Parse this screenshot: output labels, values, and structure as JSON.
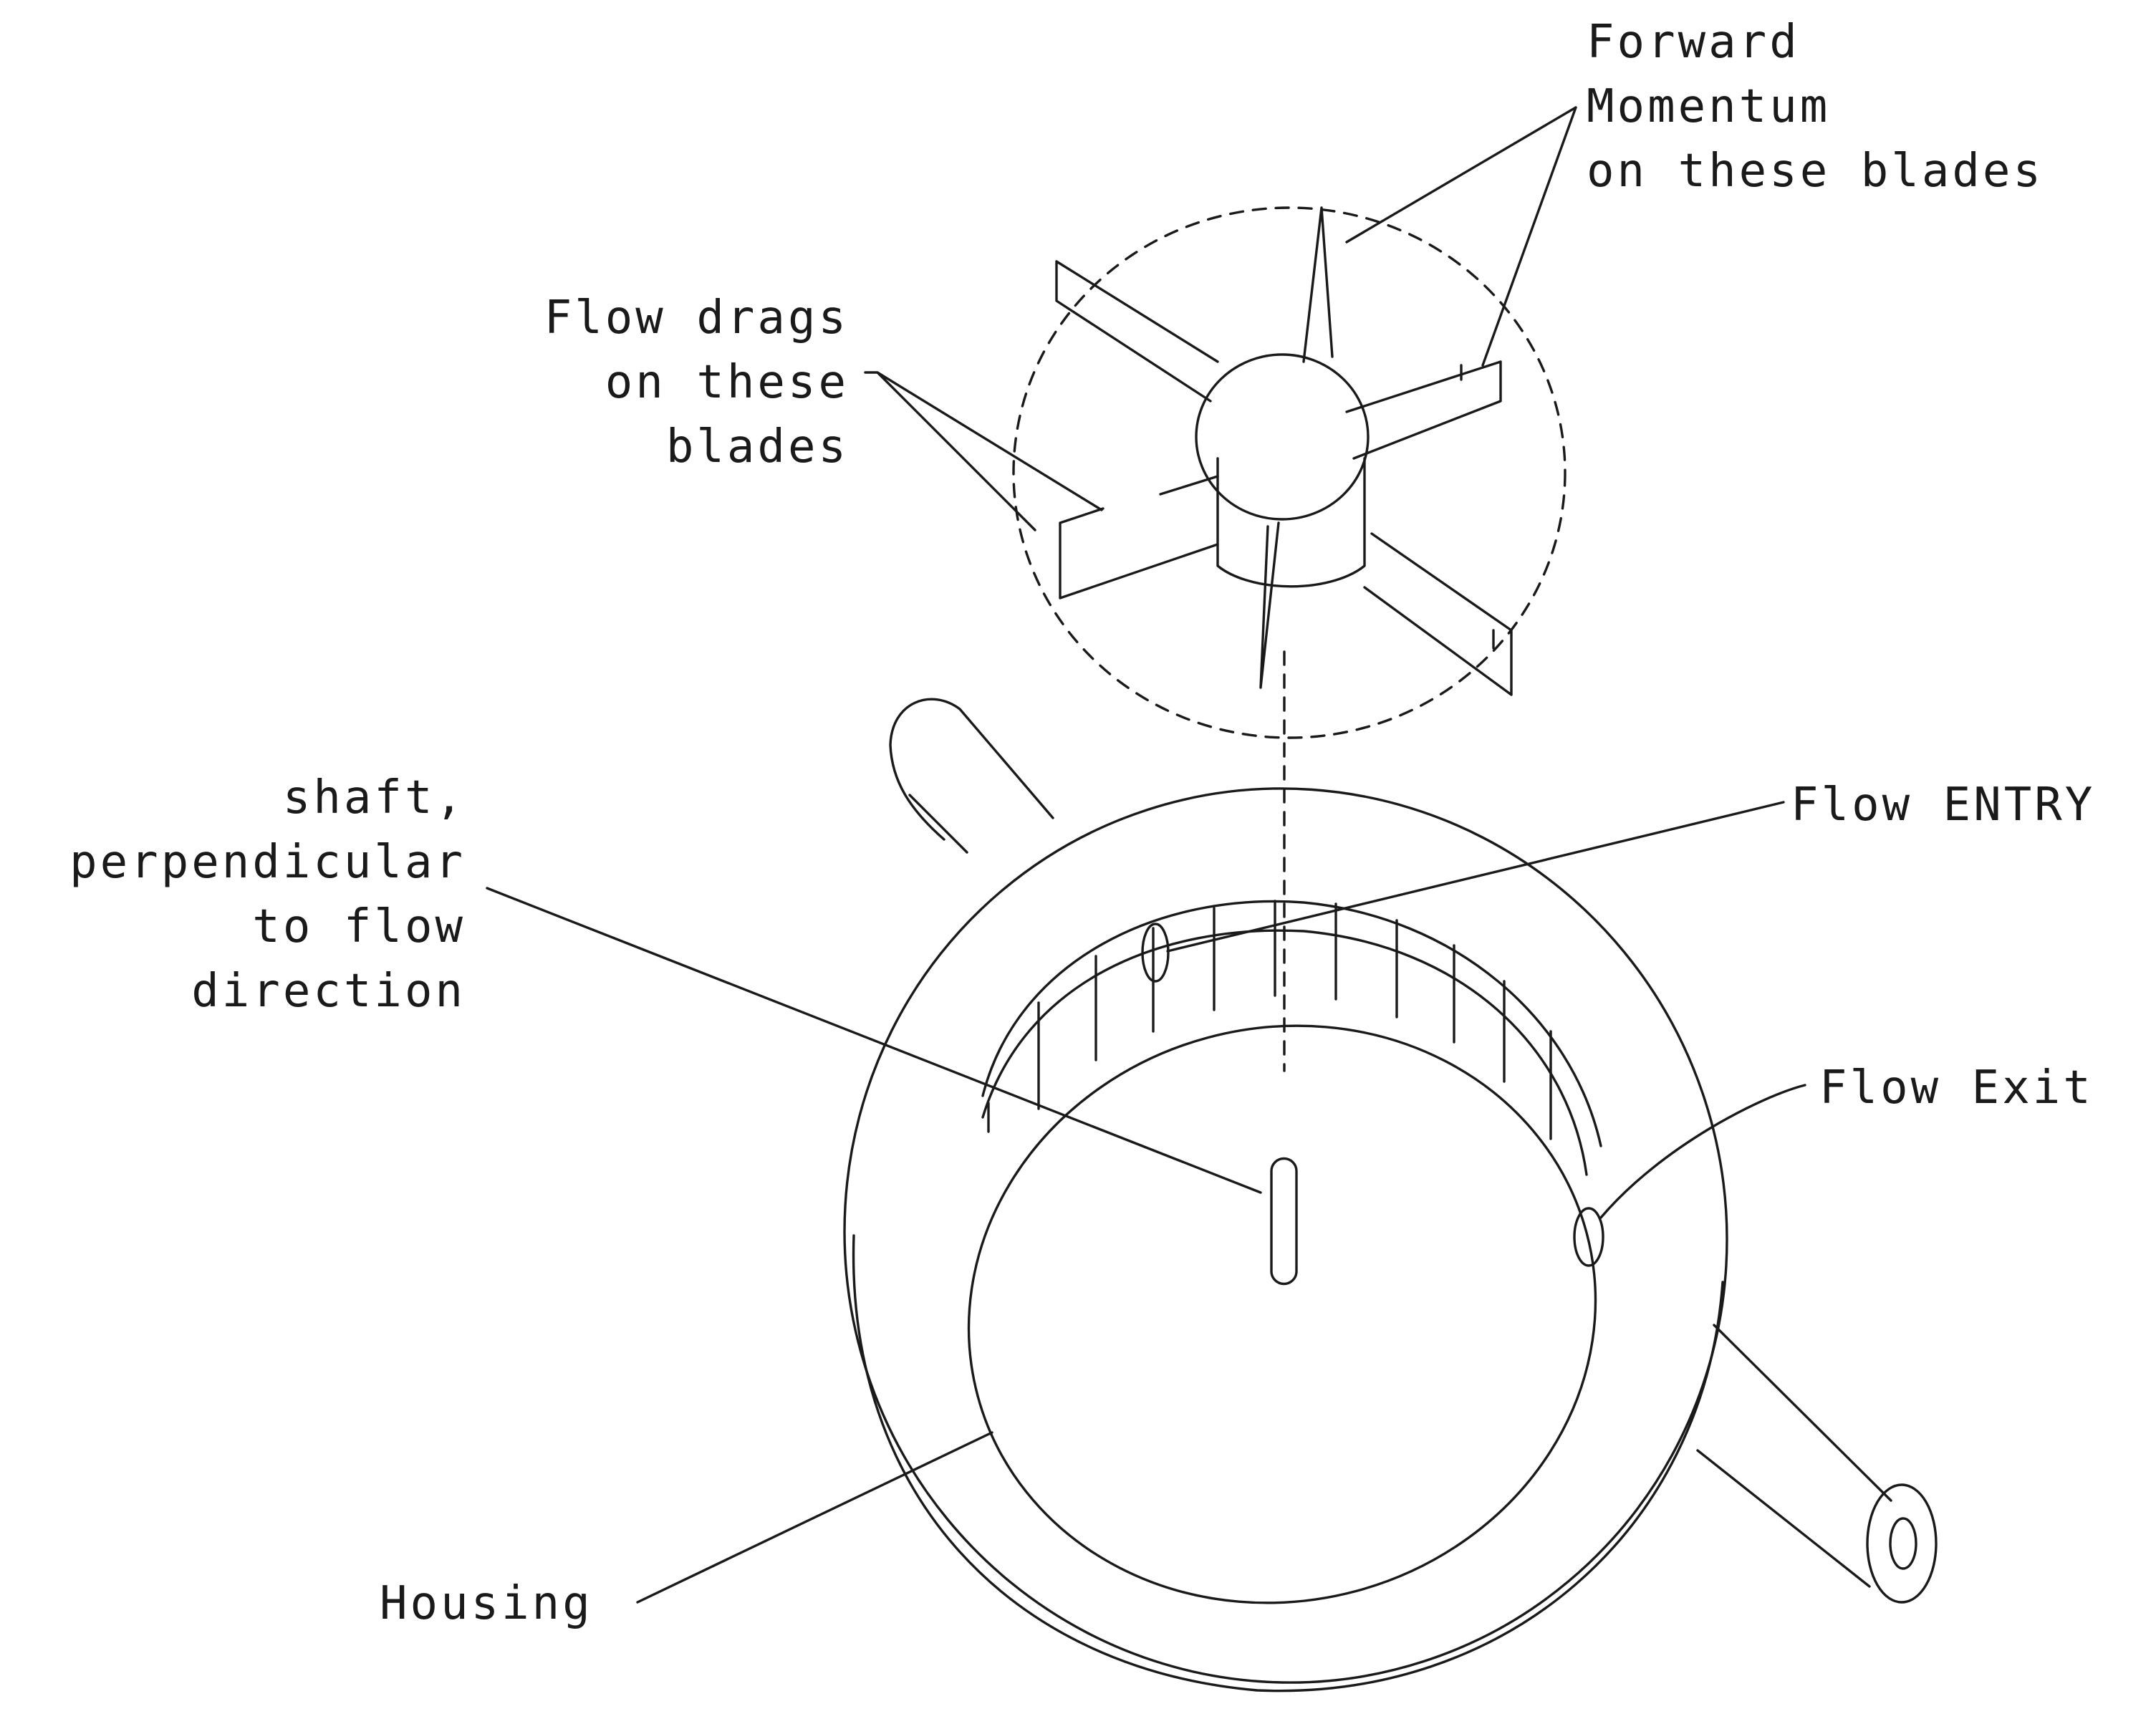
{
  "labels": {
    "forward_momentum": [
      "Forward",
      "Momentum",
      "on these blades"
    ],
    "flow_drags": [
      "Flow drags",
      "on these",
      "blades"
    ],
    "shaft": [
      "shaft,",
      "perpendicular",
      "to flow",
      "direction"
    ],
    "flow_entry": "Flow ENTRY",
    "flow_exit": "Flow Exit",
    "housing": "Housing"
  },
  "colors": {
    "ink": "#1a1a1a",
    "background": "#ffffff"
  }
}
